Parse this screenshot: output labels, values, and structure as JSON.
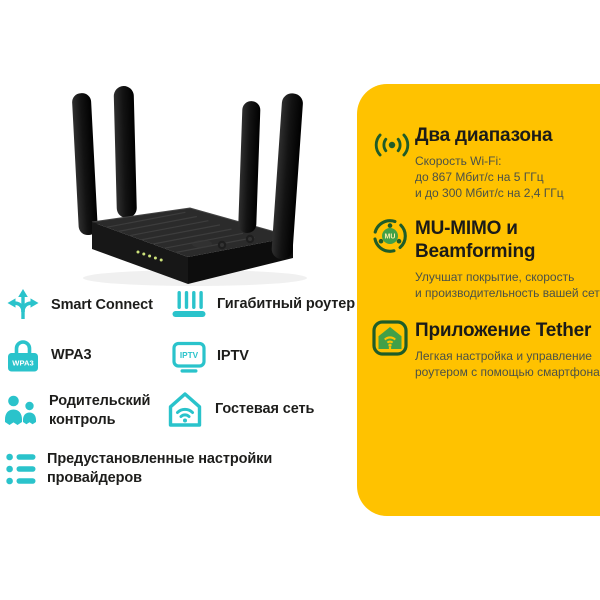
{
  "colors": {
    "accent_teal": "#2AC3CB",
    "panel_yellow": "#FFC200",
    "icon_dark_green": "#1F5C28",
    "icon_bright_green": "#41A048",
    "heading_text": "#1C1C1A",
    "panel_description_text": "#4B5147",
    "led_green": "#CDE27B"
  },
  "features": [
    {
      "label": "Smart Connect",
      "icon": "smart-connect-icon"
    },
    {
      "label": "Гигабитный роутер",
      "icon": "gigabit-router-icon"
    },
    {
      "label": "WPA3",
      "icon": "wpa3-lock-icon",
      "icon_text": "WPA3"
    },
    {
      "label": "IPTV",
      "icon": "iptv-tv-icon",
      "icon_text": "IPTV"
    },
    {
      "label": "Родительский\nконтроль",
      "icon": "parental-control-icon"
    },
    {
      "label": "Гостевая сеть",
      "icon": "guest-network-icon"
    },
    {
      "label": "Предустановленные настройки\nпровайдеров",
      "icon": "provider-presets-icon"
    }
  ],
  "panel": {
    "sections": [
      {
        "title": "Два диапазона",
        "description": "Скорость Wi-Fi:\nдо 867 Мбит/с на 5 ГГц\nи до 300 Мбит/с на 2,4 ГГц",
        "icon": "wifi-signal-icon"
      },
      {
        "title": "MU-MIMO и\nBeamforming",
        "description": "Улучшат покрытие, скорость\nи производительность вашей сети",
        "icon": "mu-mimo-icon",
        "icon_text": "MU"
      },
      {
        "title": "Приложение Tether",
        "description": "Легкая настройка и управление\nроутером с помощью смартфона",
        "icon": "tether-app-icon"
      }
    ]
  }
}
